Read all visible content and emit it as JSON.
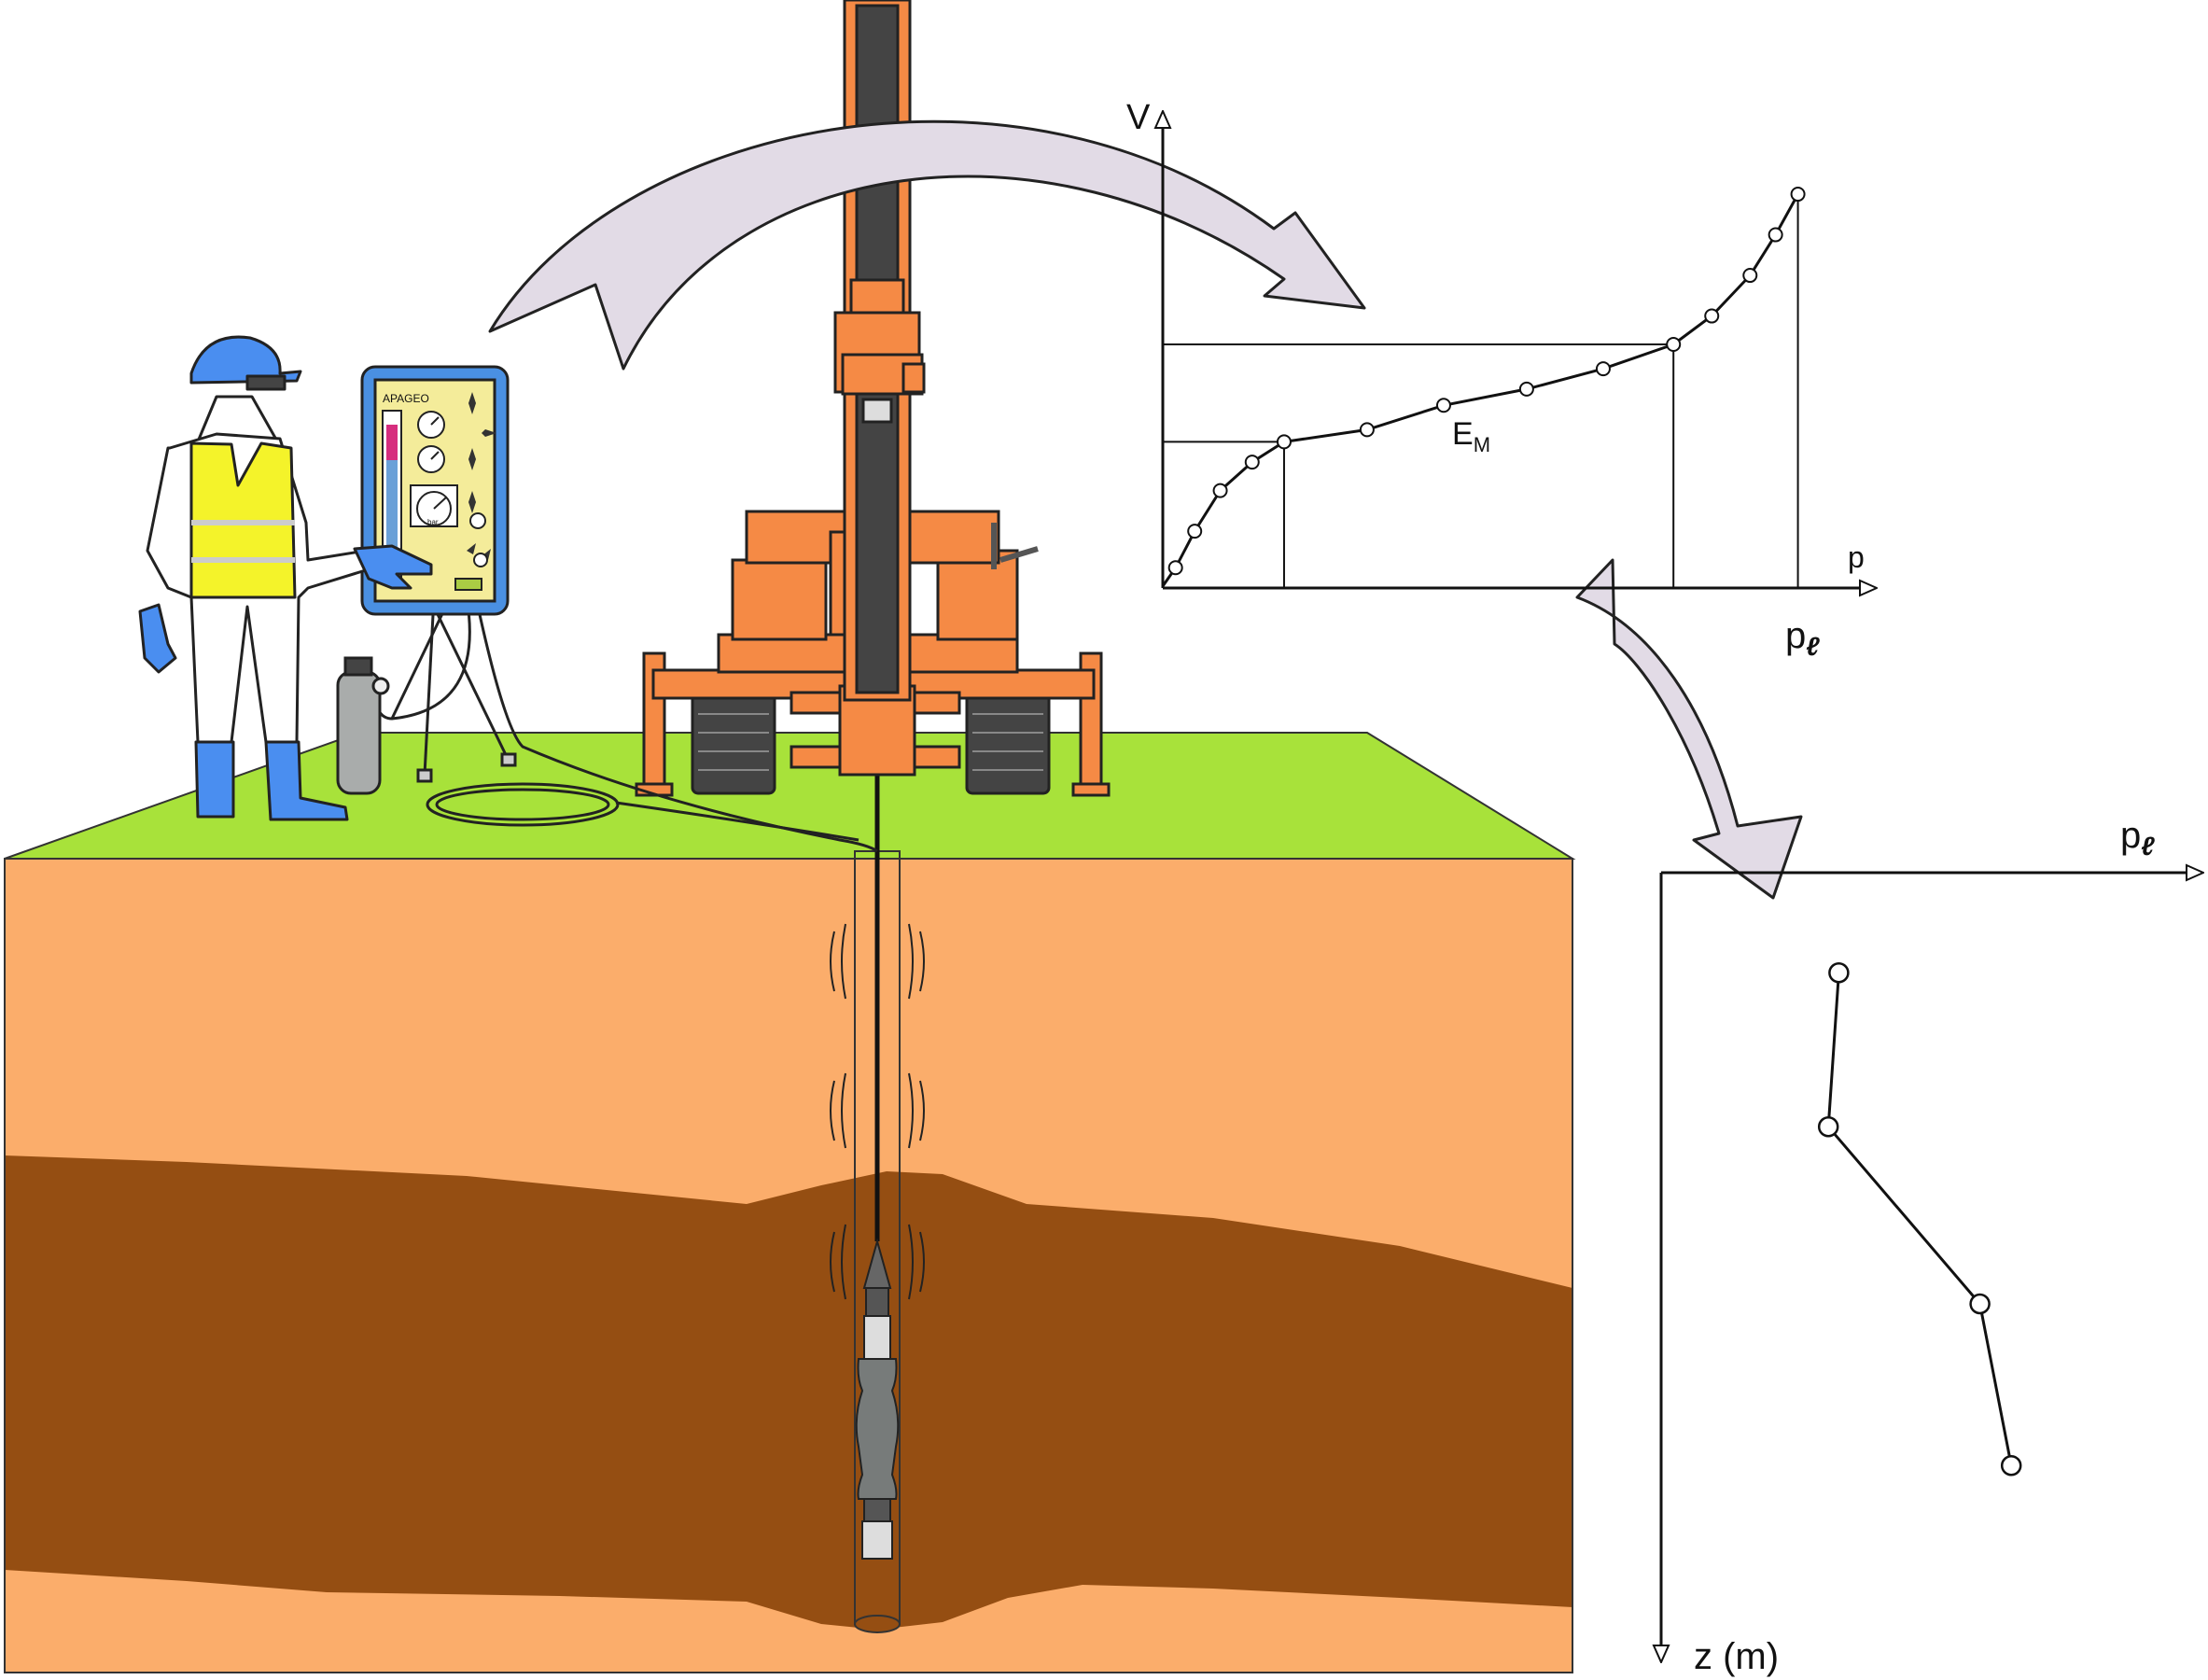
{
  "scene": {
    "panel_brand": "APAGEO",
    "gauge_unit": "bar",
    "colors": {
      "grass": "#a8e23a",
      "soil_light": "#fbad6b",
      "soil_dark": "#954e12",
      "rig_orange": "#f58a45",
      "rig_outline": "#222222",
      "panel_blue": "#4a90e2",
      "panel_yellow": "#f4ec9a",
      "vest": "#f4f32a",
      "worker_blue": "#4a8ef0",
      "arrow_fill": "#e2dbe6",
      "probe_gray": "#777b7a"
    },
    "icons": [
      "hard-hat-icon",
      "gauge-icon",
      "gas-cylinder-icon",
      "tripod-icon",
      "drilling-rig-icon",
      "pressuremeter-probe-icon"
    ]
  },
  "chart_data": [
    {
      "type": "line",
      "title": "",
      "xlabel": "p",
      "ylabel": "V",
      "modulus_label_main": "E",
      "modulus_label_sub": "M",
      "limit_label_main": "p",
      "limit_label_sub": "ℓ",
      "xlim": [
        0,
        100
      ],
      "ylim": [
        0,
        100
      ],
      "grid": false,
      "series": [
        {
          "values_x": [
            2,
            5,
            9,
            14,
            19,
            32,
            44,
            57,
            69,
            80,
            86,
            92,
            96,
            99.5
          ],
          "values_y": [
            5,
            14,
            24,
            31,
            36,
            39,
            45,
            49,
            54,
            60,
            67,
            77,
            87,
            97
          ]
        }
      ],
      "reference_points": {
        "linear_start": {
          "x": 19,
          "y": 36
        },
        "linear_end": {
          "x": 80,
          "y": 60
        },
        "limit_pressure_x": 99.5
      }
    },
    {
      "type": "line",
      "title": "",
      "xlabel_main": "p",
      "xlabel_sub": "ℓ",
      "ylabel": "z (m)",
      "xlim": [
        0,
        100
      ],
      "ylim": [
        0,
        100
      ],
      "y_inverted": true,
      "grid": false,
      "series": [
        {
          "values_x": [
            34,
            32,
            61,
            67
          ],
          "values_y": [
            13,
            33,
            56,
            77
          ]
        }
      ]
    }
  ]
}
